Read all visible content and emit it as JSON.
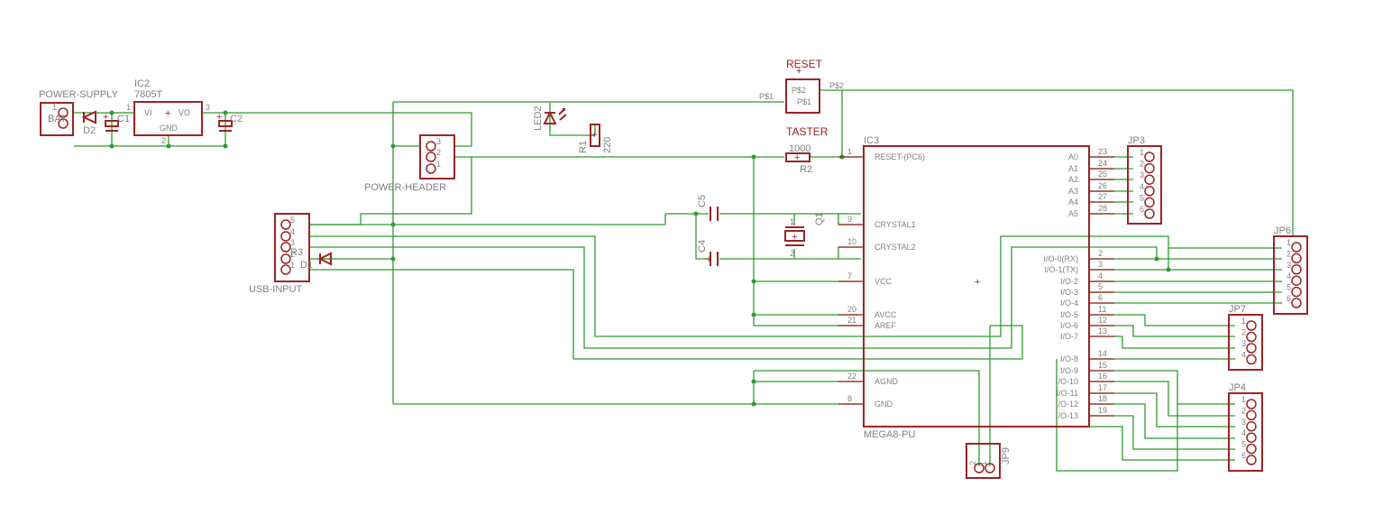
{
  "colors": {
    "wire": "#2f9a2f",
    "part": "#9b2424",
    "label": "#808080"
  },
  "labels": {
    "power_supply": "POWER-SUPPLY",
    "bat": "BAT",
    "d2": "D2",
    "c1": "C1",
    "ic2": "IC2",
    "ic2_value": "7805T",
    "ic2_vi": "VI",
    "ic2_vo": "VO",
    "ic2_gnd": "GND",
    "ic2_pin1": "1",
    "ic2_pin2": "2",
    "ic2_pin3": "3",
    "c2": "C2",
    "power_header": "POWER-HEADER",
    "usb_input": "USB-INPUT",
    "d1": "D1",
    "r3": "R3",
    "led2": "LED2",
    "r1": "R1",
    "r1_value": "220",
    "reset": "RESET",
    "reset_p1_left": "P$1",
    "reset_p2_right": "P$2",
    "reset_inner_p2": "P$2",
    "reset_inner_p1": "P$1",
    "taster": "TASTER",
    "r2": "R2",
    "r2_value": "1000",
    "c5": "C5",
    "c4": "C4",
    "q1": "Q1",
    "ic3": "IC3",
    "ic3_value": "MEGA8-PU",
    "jp3": "JP3",
    "jp6": "JP6",
    "jp7": "JP7",
    "jp4": "JP4",
    "jp9": "JP9"
  },
  "ic3_left_pins": [
    {
      "num": "1",
      "name": "RESET-(PC6)"
    },
    {
      "num": "9",
      "name": "CRYSTAL1"
    },
    {
      "num": "10",
      "name": "CRYSTAL2"
    },
    {
      "num": "7",
      "name": "VCC"
    },
    {
      "num": "20",
      "name": "AVCC"
    },
    {
      "num": "21",
      "name": "AREF"
    },
    {
      "num": "22",
      "name": "AGND"
    },
    {
      "num": "8",
      "name": "GND"
    }
  ],
  "ic3_right_pins": [
    {
      "num": "23",
      "name": "A0"
    },
    {
      "num": "24",
      "name": "A1"
    },
    {
      "num": "25",
      "name": "A2"
    },
    {
      "num": "26",
      "name": "A3"
    },
    {
      "num": "27",
      "name": "A4"
    },
    {
      "num": "28",
      "name": "A5"
    },
    {
      "num": "2",
      "name": "I/O-0(RX)"
    },
    {
      "num": "3",
      "name": "I/O-1(TX)"
    },
    {
      "num": "4",
      "name": "I/O-2"
    },
    {
      "num": "5",
      "name": "I/O-3"
    },
    {
      "num": "6",
      "name": "I/O-4"
    },
    {
      "num": "11",
      "name": "I/O-5"
    },
    {
      "num": "12",
      "name": "I/O-6"
    },
    {
      "num": "13",
      "name": "I/O-7"
    },
    {
      "num": "14",
      "name": "I/O-8"
    },
    {
      "num": "15",
      "name": "I/O-9"
    },
    {
      "num": "16",
      "name": "I/O-10"
    },
    {
      "num": "17",
      "name": "I/O-11"
    },
    {
      "num": "18",
      "name": "I/O-12"
    },
    {
      "num": "19",
      "name": "I/O-13"
    }
  ],
  "jp3_pins": [
    "1",
    "2",
    "3",
    "4",
    "5",
    "6"
  ],
  "jp6_pins": [
    "1",
    "2",
    "3",
    "4",
    "5",
    "6"
  ],
  "jp7_pins": [
    "1",
    "2",
    "3",
    "4"
  ],
  "jp4_pins": [
    "1",
    "2",
    "3",
    "4",
    "5",
    "6"
  ],
  "jp9_pins": [
    "2",
    "1"
  ],
  "usb_pins": [
    "5",
    "4",
    "3",
    "2",
    "1"
  ],
  "power_header_pins": [
    "3",
    "2",
    "1"
  ]
}
